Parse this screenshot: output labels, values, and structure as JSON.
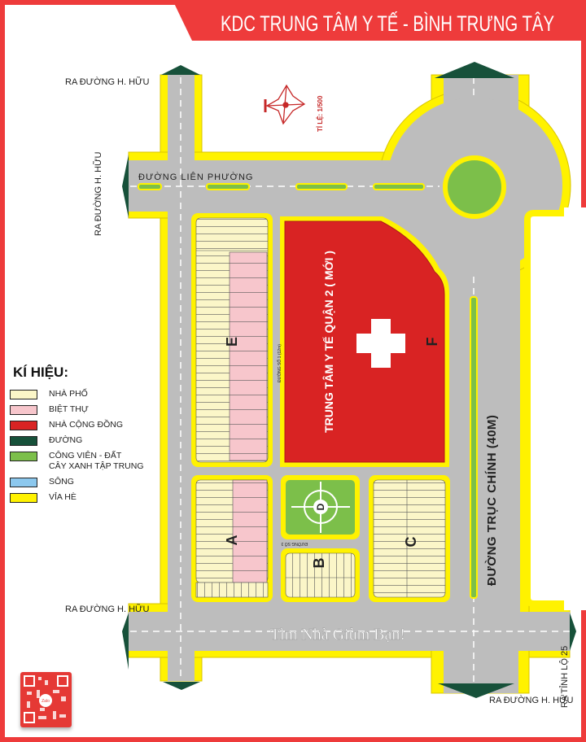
{
  "title": "KDC TRUNG TÂM Y TẾ - BÌNH TRƯNG TÂY",
  "scale": "TỈ LỆ: 1/500",
  "roads": {
    "lien_phuong": "ĐƯỜNG LIÊN PHƯỜNG",
    "truc_chinh": "ĐƯỜNG TRỤC CHÍNH (40M)",
    "duong_so_1": "ĐƯỜNG SỐ 1 (12m)",
    "duong_so_3": "ĐƯỜNG SỐ 3"
  },
  "exits": {
    "top_left": "RA ĐƯỜNG H. HỮU",
    "left_vertical": "RA ĐƯỜNG H. HỮU",
    "bottom_left": "RA ĐƯỜNG H. HỮU",
    "bottom_right": "RA ĐƯỜNG H. HỮU",
    "right": "RA TỈNH LỘ 25"
  },
  "blocks": {
    "E": "E",
    "F": "F",
    "A": "A",
    "B": "B",
    "C": "C",
    "D": "D",
    "medical_center": "TRUNG TÂM Y TẾ QUẬN 2 ( MỚI )"
  },
  "watermark": "Tìm Nhà Giùm Bạn!",
  "qr_label": "Zalo",
  "legend": {
    "title": "KÍ HIỆU:",
    "items": [
      {
        "label": "NHÀ PHỐ",
        "color": "#fbf6c8"
      },
      {
        "label": "BIỆT THỰ",
        "color": "#f7c6cc"
      },
      {
        "label": "NHÀ CỘNG ĐỒNG",
        "color": "#d92323"
      },
      {
        "label": "ĐƯỜNG",
        "color": "#17513a"
      },
      {
        "label": "CÔNG VIÊN - ĐẤT\nCÂY XANH TẬP TRUNG",
        "color": "#7cbf4a"
      },
      {
        "label": "SÔNG",
        "color": "#8cc8ee"
      },
      {
        "label": "VỈA HÈ",
        "color": "#fff200"
      }
    ]
  },
  "colors": {
    "frame": "#ee3b3b",
    "road": "#bdbdbd",
    "sidewalk": "#fff200",
    "arrow": "#17513a"
  }
}
